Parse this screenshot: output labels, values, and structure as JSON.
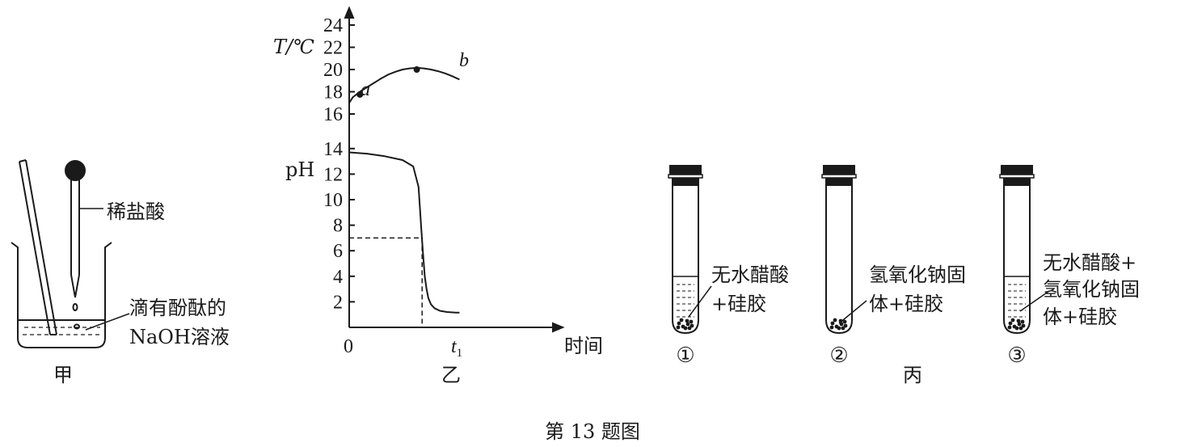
{
  "beaker": {
    "dropper_label": "稀盐酸",
    "solution_label_line1": "滴有酚酞的",
    "solution_label_line2": "NaOH溶液",
    "caption": "甲"
  },
  "chart": {
    "y_upper_label": "T/℃",
    "y_lower_label": "pH",
    "x_label": "时间",
    "origin_label": "0",
    "t1_label": "t",
    "t1_sub": "1",
    "point_a": "a",
    "point_b": "b",
    "caption": "乙"
  },
  "chart_data": [
    {
      "type": "line",
      "axis": "T/℃",
      "ylim": [
        16,
        24
      ],
      "ticks": [
        16,
        18,
        20,
        22,
        24
      ],
      "x": [
        0,
        0.2,
        0.6,
        1.0,
        1.4,
        1.6,
        1.8,
        2.2,
        2.6,
        3.0,
        3.4,
        3.8,
        4.2,
        4.6,
        5.0,
        5.4,
        5.8,
        6.2
      ],
      "values": [
        17.0,
        17.5,
        18.0,
        18.4,
        18.8,
        19.0,
        19.2,
        19.55,
        19.8,
        20.0,
        20.1,
        20.15,
        20.1,
        20.0,
        19.85,
        19.65,
        19.4,
        19.1
      ],
      "points": [
        {
          "label": "a",
          "x": 0.6,
          "y": 17.75
        },
        {
          "label": "b",
          "x": 3.8,
          "y": 20.0
        }
      ]
    },
    {
      "type": "line",
      "axis": "pH",
      "ylim": [
        0,
        14
      ],
      "ticks": [
        2,
        4,
        6,
        8,
        10,
        12,
        14
      ],
      "x": [
        0,
        1.0,
        2.0,
        3.0,
        3.6,
        3.9,
        4.05,
        4.15,
        4.25,
        4.35,
        4.45,
        4.6,
        4.8,
        5.1,
        5.5,
        6.0,
        6.2
      ],
      "values": [
        13.7,
        13.6,
        13.4,
        13.1,
        12.6,
        11.0,
        7.8,
        5.8,
        4.0,
        3.0,
        2.3,
        1.8,
        1.5,
        1.3,
        1.2,
        1.15,
        1.15
      ],
      "reference": {
        "t1": 4.1,
        "pH": 7
      }
    }
  ],
  "tubes": [
    {
      "number": "①",
      "label_lines": [
        "无水醋酸",
        "+硅胶"
      ]
    },
    {
      "number": "②",
      "label_lines": [
        "氢氧化钠固",
        "体+硅胶"
      ]
    },
    {
      "number": "③",
      "label_lines": [
        "无水醋酸+",
        "氢氧化钠固",
        "体+硅胶"
      ]
    }
  ],
  "tubes_caption": "丙",
  "figure_caption": "第 13 题图"
}
